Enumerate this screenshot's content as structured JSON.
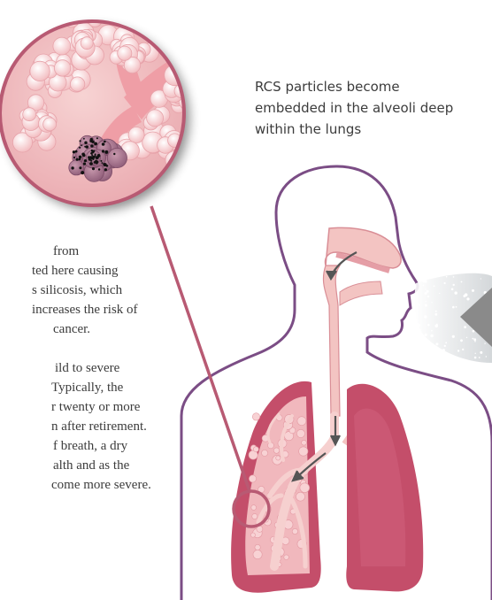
{
  "caption": {
    "line1": "RCS particles become",
    "line2": "embedded in the alveoli deep",
    "line3": "within the lungs"
  },
  "body_text": [
    {
      "text": "from",
      "indent": 60
    },
    {
      "text": "ted here causing",
      "indent": 36
    },
    {
      "text": "s silicosis, which",
      "indent": 36
    },
    {
      "text": "increases the risk of",
      "indent": 36
    },
    {
      "text": " cancer.",
      "indent": 60
    },
    {
      "text": "",
      "indent": 0
    },
    {
      "text": "ild to severe",
      "indent": 62
    },
    {
      "text": " Typically, the",
      "indent": 58
    },
    {
      "text": "r twenty or more",
      "indent": 58
    },
    {
      "text": "n after retirement.",
      "indent": 58
    },
    {
      "text": "f breath, a dry",
      "indent": 60
    },
    {
      "text": "alth and as the",
      "indent": 60
    },
    {
      "text": "come more severe.",
      "indent": 58
    }
  ],
  "colors": {
    "outline": "#7b4d85",
    "lung_dark": "#c44e6a",
    "lung_light": "#f1b8bd",
    "airway": "#f3c4c2",
    "zoom_border": "#b85a73",
    "arrow": "#555555"
  }
}
